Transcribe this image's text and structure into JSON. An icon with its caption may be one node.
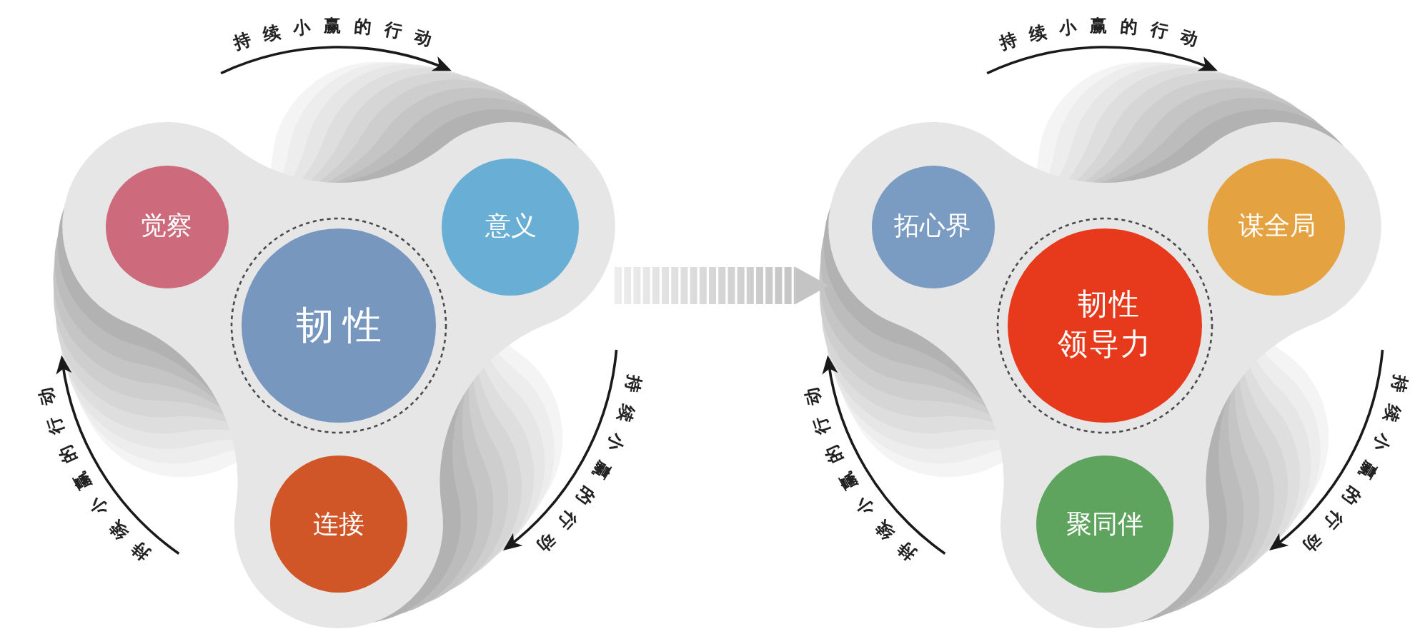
{
  "diagram": {
    "nodes": [
      {
        "text": [],
        "shape": "spinner"
      },
      {
        "text": [
          "觉察"
        ],
        "in": 0
      },
      {
        "text": [
          "意义"
        ],
        "in": 0
      },
      {
        "text": [
          "韧性"
        ],
        "in": 0
      },
      {
        "text": [
          "连接"
        ],
        "in": 0
      },
      {
        "text": [],
        "shape": "spinner"
      },
      {
        "text": [
          "拓心界"
        ],
        "in": 5
      },
      {
        "text": [
          "谋全局"
        ],
        "in": 5
      },
      {
        "text": [
          "韧性领导力"
        ],
        "in": 5
      },
      {
        "text": [
          "聚同伴"
        ],
        "in": 5
      }
    ],
    "edges": [
      {
        "from": 0,
        "to": 5,
        "arrow": "to",
        "style": "thick"
      }
    ],
    "labels": [
      "持续小赢的行动",
      "持续小赢的行动",
      "持续小赢的行动",
      "持续小赢的行动",
      "持续小赢的行动",
      "持续小赢的行动"
    ]
  }
}
